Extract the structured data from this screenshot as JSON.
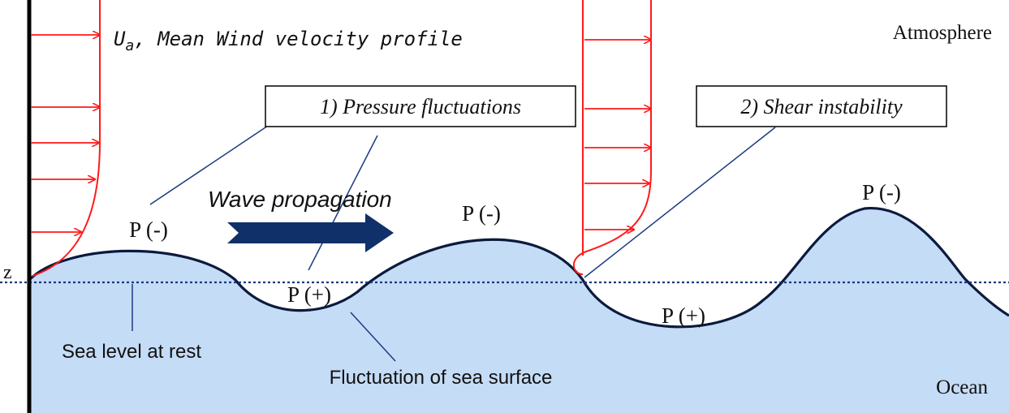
{
  "labels": {
    "atmosphere": "Atmosphere",
    "ocean": "Ocean",
    "z_axis": "z",
    "wind_profile_symbol": "U",
    "wind_profile_subscript": "a",
    "wind_profile_text": ", Mean Wind velocity profile",
    "wave_propagation": "Wave propagation",
    "pressure_fluctuations": "1) Pressure fluctuations",
    "shear_instability": "2) Shear instability",
    "p_minus_1": "P (-)",
    "p_minus_2": "P (-)",
    "p_minus_3": "P (-)",
    "p_plus_1": "P (+)",
    "p_plus_2": "P (+)",
    "sea_level_at_rest": "Sea level at rest",
    "fluctuation_of_sea_surface": "Fluctuation of sea surface"
  },
  "colors": {
    "ocean_fill": "#c5dcf6",
    "wave_line": "#0b1a3d",
    "wind_profile": "#ff1a1a",
    "arrow_fill": "#10306a",
    "leader_line": "#1a3a80",
    "sea_level_line": "#1a3a80",
    "text": "#111111"
  },
  "wind_profiles": [
    {
      "name": "left-wind-profile",
      "arrow_count": 5
    },
    {
      "name": "right-wind-profile",
      "arrow_count": 5
    }
  ]
}
